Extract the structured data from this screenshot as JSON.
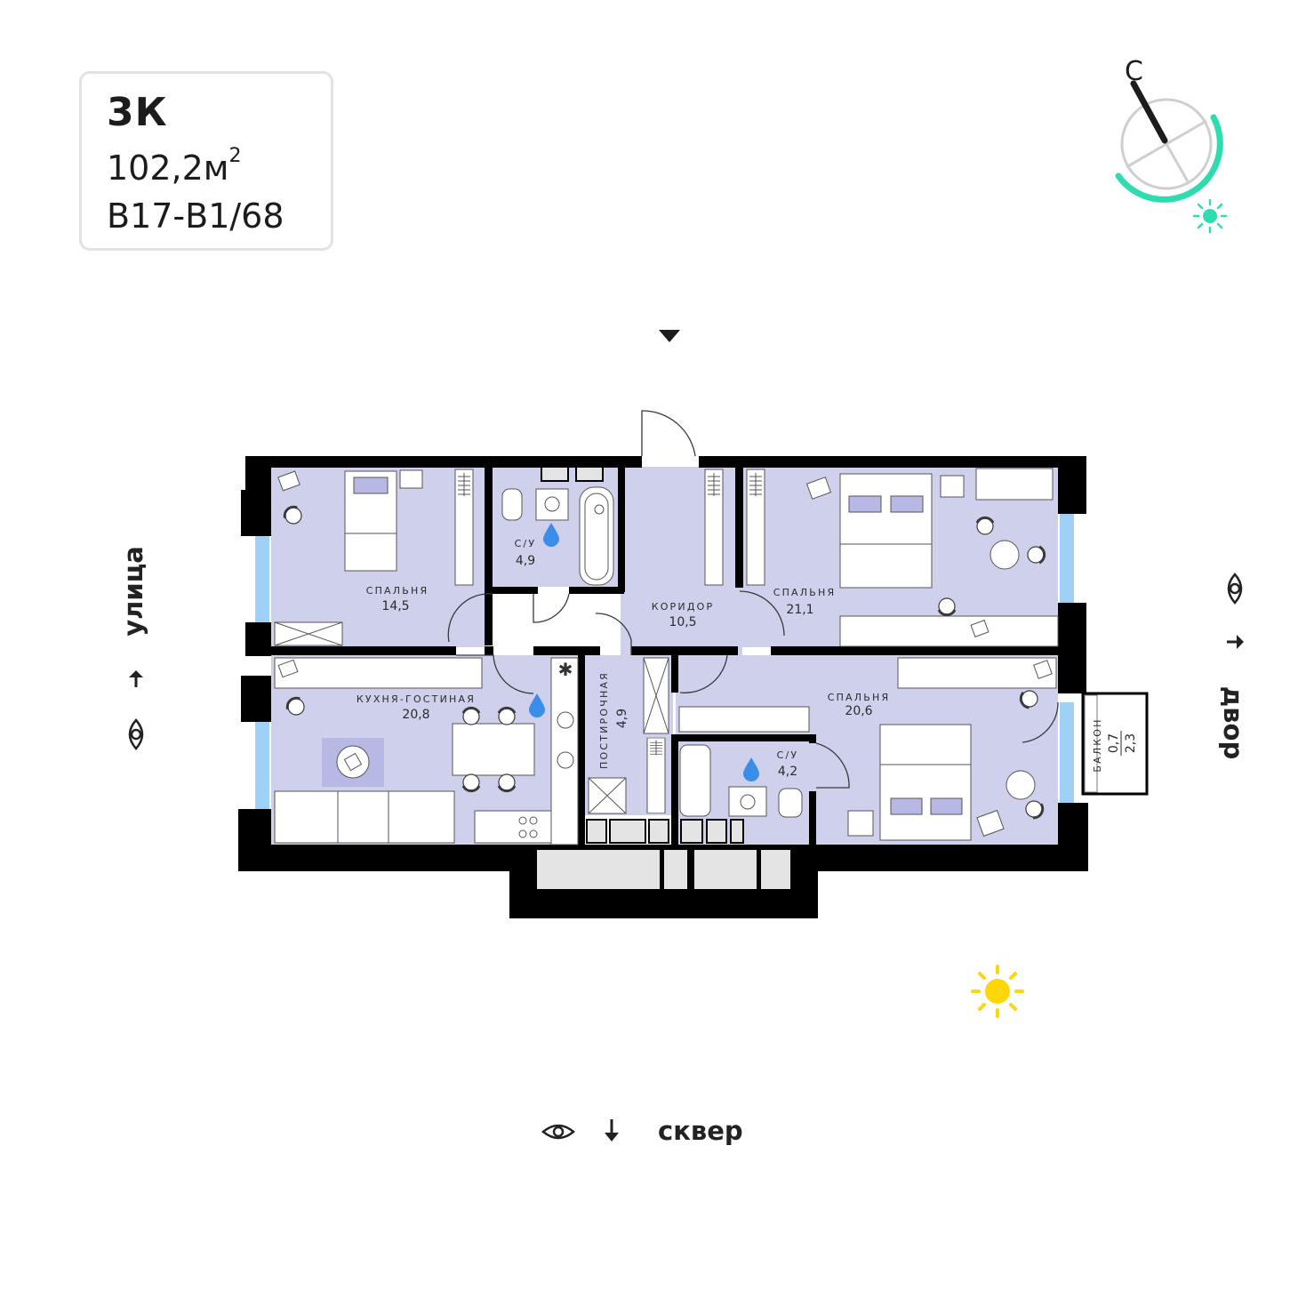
{
  "apartment": {
    "type": "3К",
    "area_value": "102,2м",
    "area_sup": "2",
    "code": "В17-В1/68"
  },
  "compass": {
    "north_letter": "С"
  },
  "rooms": {
    "bedroom1": {
      "name": "СПАЛЬНЯ",
      "area": "14,5"
    },
    "bathroom1": {
      "name": "С/У",
      "area": "4,9"
    },
    "corridor": {
      "name": "КОРИДОР",
      "area": "10,5"
    },
    "bedroom2": {
      "name": "СПАЛЬНЯ",
      "area": "21,1"
    },
    "kitchen": {
      "name": "КУХНЯ-ГОСТИНАЯ",
      "area": "20,8"
    },
    "laundry": {
      "name": "ПОСТИРОЧНАЯ",
      "area": "4,9"
    },
    "bedroom3": {
      "name": "СПАЛЬНЯ",
      "area": "20,6"
    },
    "bathroom2": {
      "name": "С/У",
      "area": "4,2"
    },
    "balcony": {
      "name": "БАЛКОН",
      "area1": "0,7",
      "area2": "2,3"
    }
  },
  "views": {
    "left": "улица",
    "right": "двор",
    "bottom": "сквер"
  },
  "colors": {
    "room_fill": "#cfd0ec",
    "wall": "#000000",
    "window": "#9fd0f5",
    "compass_arc": "#2fdcb0",
    "sun": "#ffd60a",
    "water": "#3b8ee8"
  }
}
